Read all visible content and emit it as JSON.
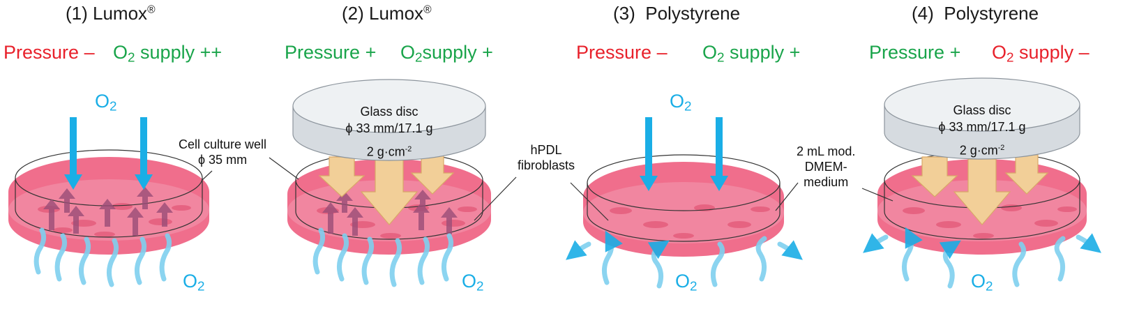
{
  "colors": {
    "negative": "#e8212b",
    "positive": "#19a44a",
    "oxygen": "#1aaee6",
    "medium": "#f06e8c",
    "pressure_arrow": "#f2cf98",
    "glass": "#dfe3e7"
  },
  "panels": [
    {
      "number": "(1)",
      "material": "Lumox",
      "mark": "®",
      "pressure_label": "Pressure",
      "pressure_sign": "–",
      "o2_label": "O",
      "o2_sub": "2",
      "o2_rest": " supply",
      "o2_sign": "++"
    },
    {
      "number": "(2)",
      "material": "Lumox",
      "mark": "®",
      "pressure_label": "Pressure",
      "pressure_sign": "+",
      "o2_label": "O",
      "o2_sub": "2",
      "o2_rest": "supply",
      "o2_sign": "+"
    },
    {
      "number": "(3)",
      "material": "Polystyrene",
      "mark": "",
      "pressure_label": "Pressure",
      "pressure_sign": "–",
      "o2_label": "O",
      "o2_sub": "2",
      "o2_rest": " supply",
      "o2_sign": "+"
    },
    {
      "number": "(4)",
      "material": "Polystyrene",
      "mark": "",
      "pressure_label": "Pressure",
      "pressure_sign": "+",
      "o2_label": "O",
      "o2_sub": "2",
      "o2_rest": " supply",
      "o2_sign": "–"
    }
  ],
  "oxygen_label": {
    "main": "O",
    "sub": "2"
  },
  "annotations": {
    "well_line1": "Cell culture well",
    "well_line2": "ϕ 35 mm",
    "cells_line1": "hPDL",
    "cells_line2": "fibroblasts",
    "medium_line1": "2 mL mod.",
    "medium_line2": "DMEM-",
    "medium_line3": "medium"
  },
  "glass_disc": {
    "title": "Glass disc",
    "spec": "ϕ 33 mm/17.1 g",
    "pressure": "2 g·cm",
    "pressure_exp": "-2"
  }
}
